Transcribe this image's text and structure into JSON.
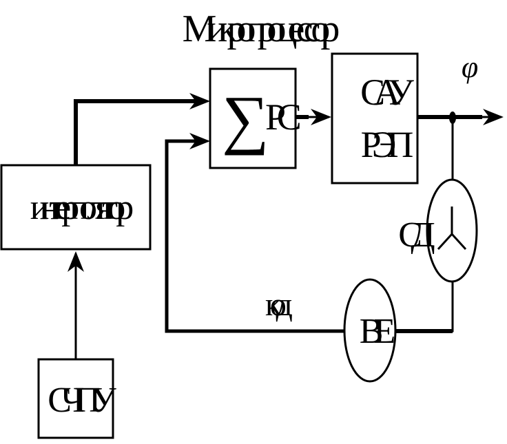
{
  "diagram": {
    "title": "Микропроцессор",
    "blocks": {
      "summator": {
        "symbol": "∑",
        "label": "РС"
      },
      "sau": {
        "line1": "САУ",
        "line2": "РЭП"
      },
      "interpolator": {
        "label": "интерполятор"
      },
      "cpu": {
        "label": "СЧПУ"
      },
      "sensor": {
        "label": "СД"
      },
      "converter": {
        "label": "ВЕ"
      }
    },
    "signals": {
      "output": "φ",
      "code": "код"
    }
  }
}
